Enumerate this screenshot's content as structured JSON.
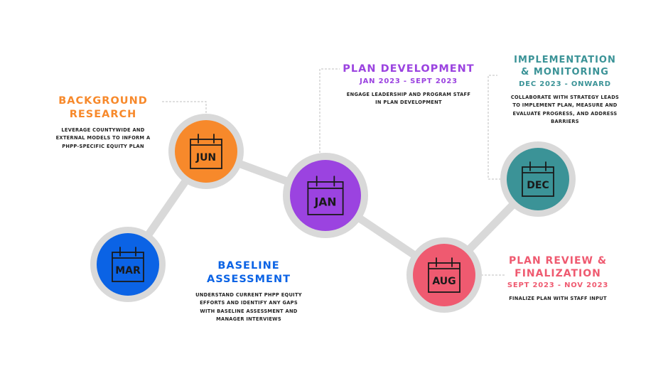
{
  "colors": {
    "connector": "#d9d9d9",
    "ring": "#d9d9d9",
    "leader": "#bfbfbf",
    "icon_stroke": "#1a1a1a",
    "text_dark": "#222222"
  },
  "milestones": [
    {
      "month": "MAR",
      "color": "#0b63e5",
      "title": "BASELINE ASSESSMENT",
      "dates": "",
      "description": "UNDERSTAND CURRENT PHPP EQUITY EFFORTS AND IDENTIFY ANY GAPS WITH BASELINE ASSESSMENT AND MANAGER INTERVIEWS",
      "icon": "calendar-icon"
    },
    {
      "month": "JUN",
      "color": "#f7892b",
      "title": "BACKGROUND RESEARCH",
      "dates": "",
      "description": "LEVERAGE COUNTYWIDE AND EXTERNAL MODELS TO INFORM A PHPP-SPECIFIC EQUITY PLAN",
      "icon": "calendar-icon"
    },
    {
      "month": "JAN",
      "color": "#9b43e0",
      "title": "PLAN DEVELOPMENT",
      "dates": "JAN 2023 - SEPT 2023",
      "description": "ENGAGE LEADERSHIP AND PROGRAM STAFF IN PLAN DEVELOPMENT",
      "icon": "calendar-icon"
    },
    {
      "month": "AUG",
      "color": "#ef5a70",
      "title": "PLAN REVIEW & FINALIZATION",
      "dates": "SEPT 2023 - NOV 2023",
      "description": "FINALIZE PLAN WITH STAFF INPUT",
      "icon": "calendar-icon"
    },
    {
      "month": "DEC",
      "color": "#3b9397",
      "title": "IMPLEMENTATION & MONITORING",
      "dates": "DEC 2023 - ONWARD",
      "description": "COLLABORATE WITH STRATEGY LEADS TO IMPLEMENT PLAN, MEASURE AND EVALUATE PROGRESS, AND ADDRESS BARRIERS",
      "icon": "calendar-icon"
    }
  ]
}
